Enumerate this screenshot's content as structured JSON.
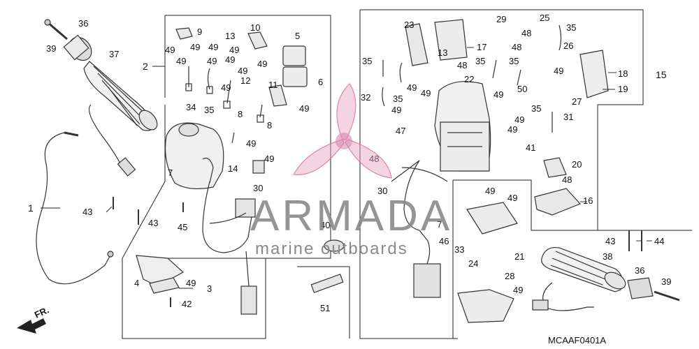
{
  "diagram": {
    "code": "MCAAF0401A",
    "direction_marker": "FR.",
    "watermark": {
      "title": "ARMADA",
      "subtitle": "marine outboards",
      "colors": {
        "title": "#8a8a8a",
        "pink": "#e9a3c0",
        "pink_dark": "#d4739d"
      }
    },
    "callouts": [
      {
        "id": "c1",
        "text": "1"
      },
      {
        "id": "c2",
        "text": "2"
      },
      {
        "id": "c3",
        "text": "3"
      },
      {
        "id": "c4",
        "text": "4"
      },
      {
        "id": "c5",
        "text": "5"
      },
      {
        "id": "c6",
        "text": "6"
      },
      {
        "id": "c7a",
        "text": "7"
      },
      {
        "id": "c7b",
        "text": "7"
      },
      {
        "id": "c8a",
        "text": "8"
      },
      {
        "id": "c8b",
        "text": "8"
      },
      {
        "id": "c9",
        "text": "9"
      },
      {
        "id": "c10",
        "text": "10"
      },
      {
        "id": "c11",
        "text": "11"
      },
      {
        "id": "c12",
        "text": "12"
      },
      {
        "id": "c13a",
        "text": "13"
      },
      {
        "id": "c13b",
        "text": "13"
      },
      {
        "id": "c14",
        "text": "14"
      },
      {
        "id": "c15",
        "text": "15"
      },
      {
        "id": "c16",
        "text": "16"
      },
      {
        "id": "c17",
        "text": "17"
      },
      {
        "id": "c18",
        "text": "18"
      },
      {
        "id": "c19",
        "text": "19"
      },
      {
        "id": "c20",
        "text": "20"
      },
      {
        "id": "c21",
        "text": "21"
      },
      {
        "id": "c22",
        "text": "22"
      },
      {
        "id": "c23",
        "text": "23"
      },
      {
        "id": "c24",
        "text": "24"
      },
      {
        "id": "c25",
        "text": "25"
      },
      {
        "id": "c26",
        "text": "26"
      },
      {
        "id": "c27",
        "text": "27"
      },
      {
        "id": "c28",
        "text": "28"
      },
      {
        "id": "c29",
        "text": "29"
      },
      {
        "id": "c30a",
        "text": "30"
      },
      {
        "id": "c30b",
        "text": "30"
      },
      {
        "id": "c31",
        "text": "31"
      },
      {
        "id": "c32",
        "text": "32"
      },
      {
        "id": "c33",
        "text": "33"
      },
      {
        "id": "c34",
        "text": "34"
      },
      {
        "id": "c35a",
        "text": "35"
      },
      {
        "id": "c35b",
        "text": "35"
      },
      {
        "id": "c35c",
        "text": "35"
      },
      {
        "id": "c35d",
        "text": "35"
      },
      {
        "id": "c35e",
        "text": "35"
      },
      {
        "id": "c35f",
        "text": "35"
      },
      {
        "id": "c35g",
        "text": "35"
      },
      {
        "id": "c36a",
        "text": "36"
      },
      {
        "id": "c36b",
        "text": "36"
      },
      {
        "id": "c37",
        "text": "37"
      },
      {
        "id": "c38",
        "text": "38"
      },
      {
        "id": "c39a",
        "text": "39"
      },
      {
        "id": "c39b",
        "text": "39"
      },
      {
        "id": "c40",
        "text": "40"
      },
      {
        "id": "c41",
        "text": "41"
      },
      {
        "id": "c42",
        "text": "42"
      },
      {
        "id": "c43a",
        "text": "43"
      },
      {
        "id": "c43b",
        "text": "43"
      },
      {
        "id": "c43c",
        "text": "43"
      },
      {
        "id": "c44",
        "text": "44"
      },
      {
        "id": "c45",
        "text": "45"
      },
      {
        "id": "c46",
        "text": "46"
      },
      {
        "id": "c47",
        "text": "47"
      },
      {
        "id": "c48a",
        "text": "48"
      },
      {
        "id": "c48b",
        "text": "48"
      },
      {
        "id": "c48c",
        "text": "48"
      },
      {
        "id": "c48d",
        "text": "48"
      },
      {
        "id": "c48e",
        "text": "48"
      },
      {
        "id": "c49a",
        "text": "49"
      },
      {
        "id": "c49b",
        "text": "49"
      },
      {
        "id": "c49c",
        "text": "49"
      },
      {
        "id": "c49d",
        "text": "49"
      },
      {
        "id": "c49e",
        "text": "49"
      },
      {
        "id": "c49f",
        "text": "49"
      },
      {
        "id": "c49g",
        "text": "49"
      },
      {
        "id": "c49h",
        "text": "49"
      },
      {
        "id": "c49i",
        "text": "49"
      },
      {
        "id": "c49j",
        "text": "49"
      },
      {
        "id": "c49k",
        "text": "49"
      },
      {
        "id": "c49l",
        "text": "49"
      },
      {
        "id": "c49m",
        "text": "49"
      },
      {
        "id": "c49n",
        "text": "49"
      },
      {
        "id": "c49o",
        "text": "49"
      },
      {
        "id": "c49p",
        "text": "49"
      },
      {
        "id": "c49q",
        "text": "49"
      },
      {
        "id": "c49r",
        "text": "49"
      },
      {
        "id": "c49s",
        "text": "49"
      },
      {
        "id": "c49t",
        "text": "49"
      },
      {
        "id": "c49u",
        "text": "49"
      },
      {
        "id": "c49v",
        "text": "49"
      },
      {
        "id": "c49w",
        "text": "49"
      },
      {
        "id": "c49x",
        "text": "49"
      },
      {
        "id": "c50",
        "text": "50"
      },
      {
        "id": "c51",
        "text": "51"
      }
    ]
  }
}
